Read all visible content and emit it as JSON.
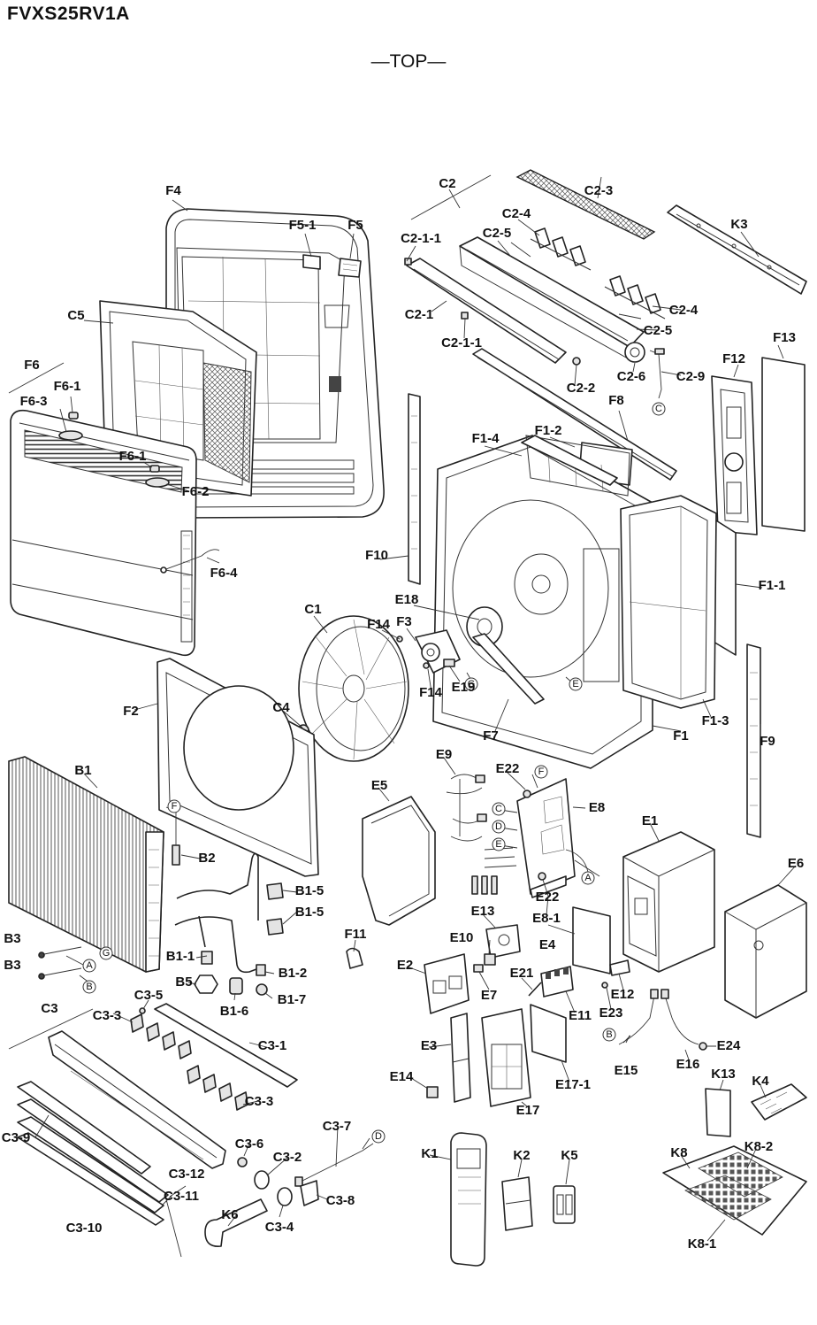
{
  "header": {
    "model": "FVXS25RV1A",
    "view": "—TOP—"
  },
  "refs": [
    "A",
    "B",
    "C",
    "D",
    "E",
    "F",
    "G"
  ],
  "parts": [
    {
      "id": "F4"
    },
    {
      "id": "F5-1"
    },
    {
      "id": "F5"
    },
    {
      "id": "C5"
    },
    {
      "id": "F6"
    },
    {
      "id": "F6-1a",
      "text": "F6-1"
    },
    {
      "id": "F6-3"
    },
    {
      "id": "F6-1b",
      "text": "F6-1"
    },
    {
      "id": "F6-2"
    },
    {
      "id": "F6-4"
    },
    {
      "id": "C2"
    },
    {
      "id": "C2-3"
    },
    {
      "id": "C2-4a",
      "text": "C2-4"
    },
    {
      "id": "C2-5a",
      "text": "C2-5"
    },
    {
      "id": "C2-1-1a",
      "text": "C2-1-1"
    },
    {
      "id": "C2-1"
    },
    {
      "id": "C2-1-1b",
      "text": "C2-1-1"
    },
    {
      "id": "C2-4b",
      "text": "C2-4"
    },
    {
      "id": "C2-5b",
      "text": "C2-5"
    },
    {
      "id": "C2-6"
    },
    {
      "id": "C2-2"
    },
    {
      "id": "C2-9"
    },
    {
      "id": "K3"
    },
    {
      "id": "F13"
    },
    {
      "id": "F12"
    },
    {
      "id": "F8"
    },
    {
      "id": "F1-4"
    },
    {
      "id": "F1-2"
    },
    {
      "id": "F10"
    },
    {
      "id": "F1-1"
    },
    {
      "id": "E18"
    },
    {
      "id": "C1"
    },
    {
      "id": "F14a",
      "text": "F14"
    },
    {
      "id": "F3"
    },
    {
      "id": "F14b",
      "text": "F14"
    },
    {
      "id": "E19"
    },
    {
      "id": "F7"
    },
    {
      "id": "F1"
    },
    {
      "id": "F1-3"
    },
    {
      "id": "F9"
    },
    {
      "id": "F2"
    },
    {
      "id": "C4"
    },
    {
      "id": "B1"
    },
    {
      "id": "B2"
    },
    {
      "id": "E5"
    },
    {
      "id": "E9"
    },
    {
      "id": "E22a",
      "text": "E22"
    },
    {
      "id": "E8"
    },
    {
      "id": "E22b",
      "text": "E22"
    },
    {
      "id": "E8-1"
    },
    {
      "id": "E1"
    },
    {
      "id": "E6"
    },
    {
      "id": "B1-5a",
      "text": "B1-5"
    },
    {
      "id": "B1-5b",
      "text": "B1-5"
    },
    {
      "id": "B1-1"
    },
    {
      "id": "B5"
    },
    {
      "id": "B1-2"
    },
    {
      "id": "B1-6"
    },
    {
      "id": "B1-7"
    },
    {
      "id": "B3a",
      "text": "B3"
    },
    {
      "id": "B3b",
      "text": "B3"
    },
    {
      "id": "F11"
    },
    {
      "id": "E13"
    },
    {
      "id": "E10"
    },
    {
      "id": "E4"
    },
    {
      "id": "E2"
    },
    {
      "id": "E7"
    },
    {
      "id": "E21"
    },
    {
      "id": "E11"
    },
    {
      "id": "E12"
    },
    {
      "id": "E23"
    },
    {
      "id": "E15"
    },
    {
      "id": "E16"
    },
    {
      "id": "E24"
    },
    {
      "id": "C3"
    },
    {
      "id": "C3-5"
    },
    {
      "id": "C3-3a",
      "text": "C3-3"
    },
    {
      "id": "C3-1"
    },
    {
      "id": "C3-3b",
      "text": "C3-3"
    },
    {
      "id": "E3"
    },
    {
      "id": "E14"
    },
    {
      "id": "E17"
    },
    {
      "id": "E17-1"
    },
    {
      "id": "K13"
    },
    {
      "id": "K4"
    },
    {
      "id": "C3-9"
    },
    {
      "id": "C3-12"
    },
    {
      "id": "C3-6"
    },
    {
      "id": "C3-2"
    },
    {
      "id": "C3-7"
    },
    {
      "id": "C3-11"
    },
    {
      "id": "C3-10"
    },
    {
      "id": "K6"
    },
    {
      "id": "C3-4"
    },
    {
      "id": "C3-8"
    },
    {
      "id": "K1"
    },
    {
      "id": "K2"
    },
    {
      "id": "K5"
    },
    {
      "id": "K8"
    },
    {
      "id": "K8-2"
    },
    {
      "id": "K8-1"
    }
  ]
}
